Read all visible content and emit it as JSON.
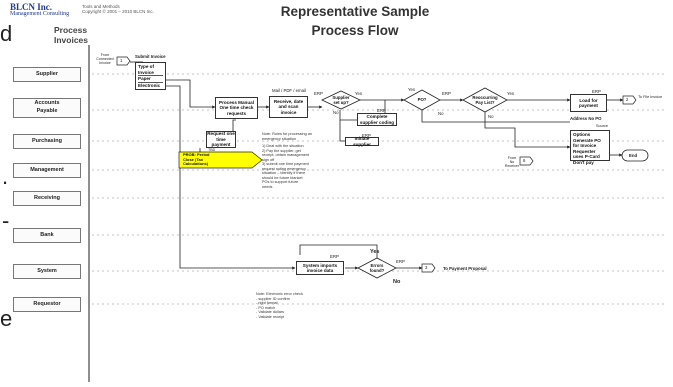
{
  "header": {
    "logo_title": "BLCN Inc.",
    "logo_subtitle": "Management Consulting",
    "tools_line1": "Tools and Methods",
    "tools_line2": "Copyright © 2001 – 2010 BLCN Inc.",
    "title_line1": "Representative Sample",
    "title_line2": "Process Flow",
    "process_line1": "Process",
    "process_line2": "Invoices"
  },
  "slide_letters": [
    "d",
    ".",
    "-",
    "e"
  ],
  "lanes": {
    "supplier": "Supplier",
    "accounts_payable_1": "Accounts",
    "accounts_payable_2": "Payable",
    "purchasing": "Purchasing",
    "management": "Management",
    "receiving": "Receiving",
    "bank": "Bank",
    "system": "System",
    "requestor": "Requestor"
  },
  "flow": {
    "from_connector": "From Connected Invoice",
    "start_num": "1",
    "submit_invoice": "Submit Invoice",
    "type_of_invoice": "Type of Invoice",
    "paper": "Paper",
    "electronic": "Electronic",
    "mail_label": "Mail / PDF / email",
    "process_manual_1": "Process Manual",
    "process_manual_2": "One time check",
    "process_manual_3": "requests",
    "receive_1": "Receive, date",
    "receive_2": "and scan",
    "receive_3": "invoice",
    "erp_1": "ERP",
    "supplier_setup_1": "Supplier",
    "supplier_setup_2": "set up?",
    "yes_1": "Yes",
    "no_1": "No",
    "complete_coding_1": "Complete",
    "complete_coding_2": "supplier coding",
    "erp_2": "ERP",
    "initiate_supplier": "Initiate supplier",
    "erp_3": "ERP",
    "yes_2": "Yes",
    "po": "PO?",
    "erp_4": "ERP",
    "reoccurring_1": "Reoccurring",
    "reoccurring_2": "Pay List?",
    "yes_3": "Yes",
    "no_2": "No",
    "no_3": "No",
    "erp_5": "ERP",
    "load_payment_1": "Load for",
    "load_payment_2": "payment",
    "to_num": "2",
    "to_label": "To File Invoice",
    "address_no_po": "Address No PO",
    "source": "Source",
    "options": "Options",
    "option_1": "Generate PO for Invoice",
    "option_2": "Requester uses P-Card",
    "option_3": "Don't pay",
    "end": "End",
    "from_receiver_1": "From",
    "from_receiver_2": "No",
    "from_receiver_3": "Receiver",
    "from_receiver_num": "6",
    "request_1": "Request one",
    "request_2": "time payment",
    "tbd": "TBD",
    "prob_1": "PROB: Period",
    "prob_2": "Close (Tax",
    "prob_3": "Calculations)",
    "system_erp": "ERP",
    "system_imports_1": "System imports",
    "system_imports_2": "invoice data",
    "errors_found_1": "Errors",
    "errors_found_2": "found?",
    "sys_yes": "Yes",
    "sys_no": "No",
    "sys_erp": "ERP",
    "sys_to_num": "3",
    "sys_to_label": "To Payment Proposal"
  },
  "notes": {
    "emergency_title": "Note: Rules for processing an emergency situation",
    "emergency_lines": [
      "1) Deal with the situation",
      "2) Pay the supplier, get",
      "receipt, obtain management",
      "sign off",
      "3) submit one time payment",
      "request noting emergency",
      "situation – identify if there",
      "should be future blanket",
      "POs to support future",
      "needs"
    ],
    "error_title": "Note: Electronic error check",
    "error_lines": [
      "- supplier ID confirm",
      "- right format",
      "- PO match",
      "- Validate dollars",
      "- Validate receipt"
    ]
  }
}
